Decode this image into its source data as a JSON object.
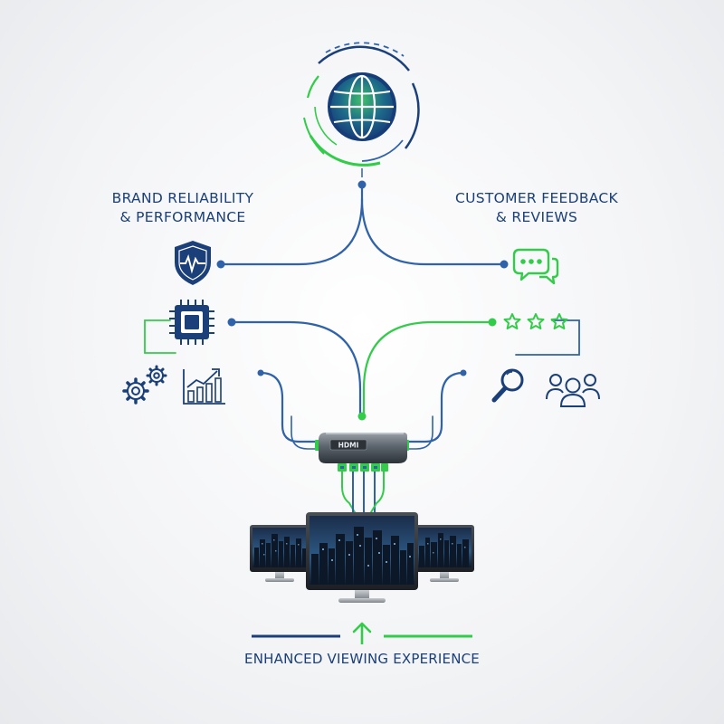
{
  "left_heading": {
    "line1": "BRAND RELIABILITY",
    "line2": "& PERFORMANCE"
  },
  "right_heading": {
    "line1": "CUSTOMER FEEDBACK",
    "line2": "& REVIEWS"
  },
  "hub_label": "HDMI",
  "bottom_label": "ENHANCED VIEWING EXPERIENCE",
  "icons": {
    "top": "globe-icon",
    "left": [
      "shield-pulse-icon",
      "chip-icon",
      "gears-icon",
      "bar-chart-icon"
    ],
    "right": [
      "chat-bubbles-icon",
      "stars-icon",
      "magnifier-icon",
      "users-icon"
    ],
    "bottom": [
      "hdmi-switch-hub",
      "monitor",
      "monitor",
      "monitor",
      "up-arrow-icon"
    ]
  },
  "colors": {
    "navy": "#1b3f78",
    "blue": "#2f62a8",
    "green": "#33cc4a",
    "bg": "#f1f2f4"
  }
}
